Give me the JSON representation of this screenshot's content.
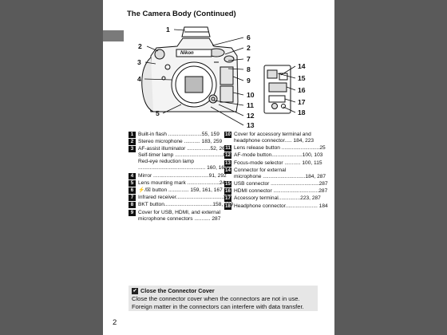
{
  "title": "The Camera Body (Continued)",
  "page_number": "2",
  "callouts": {
    "c1": "1",
    "c2a": "2",
    "c3": "3",
    "c4": "4",
    "c5": "5",
    "c6": "6",
    "c2b": "2",
    "c7": "7",
    "c8": "8",
    "c9": "9",
    "c10": "10",
    "c11": "11",
    "c12": "12",
    "c13": "13",
    "c14": "14",
    "c15": "15",
    "c16": "16",
    "c17": "17",
    "c18": "18"
  },
  "brand_mark": "Nikon",
  "legend_left": [
    {
      "num": "1",
      "lines": [
        "Built-in flash .......................55, 159"
      ]
    },
    {
      "num": "2",
      "lines": [
        "Stereo microphone ........... 183, 259"
      ]
    },
    {
      "num": "3",
      "lines": [
        "AF-assist illuminator ................52, 261",
        "Self-timer lamp .................................89",
        "Red-eye reduction lamp",
        ".............................................. 160, 162"
      ]
    },
    {
      "num": "4",
      "lines": [
        "Mirror ......................................91, 292"
      ]
    },
    {
      "num": "5",
      "lines": [
        "Lens mounting mark ......................24"
      ]
    },
    {
      "num": "6",
      "lines": [
        "⚡/☒ button .............. 159, 161, 167"
      ]
    },
    {
      "num": "7",
      "lines": [
        "Infrared receiver................................176"
      ]
    },
    {
      "num": "8",
      "lines": [
        "BKT button.................................158, 209"
      ]
    },
    {
      "num": "9",
      "lines": [
        "Cover for USB, HDMI, and external",
        "microphone connectors ........... 287"
      ]
    }
  ],
  "legend_right": [
    {
      "num": "10",
      "lines": [
        "Cover for accessory terminal and",
        "headphone connector..... 184, 223"
      ]
    },
    {
      "num": "11",
      "lines": [
        "Lens release button ..........................25"
      ]
    },
    {
      "num": "12",
      "lines": [
        "AF-mode button.....................100, 103"
      ]
    },
    {
      "num": "13",
      "lines": [
        "Focus-mode selector ........... 100, 115"
      ]
    },
    {
      "num": "14",
      "lines": [
        "Connector for external",
        "microphone .............................184, 287"
      ]
    },
    {
      "num": "15",
      "lines": [
        "USB connector .................................287"
      ]
    },
    {
      "num": "16",
      "lines": [
        "HDMI connector ...............................287"
      ]
    },
    {
      "num": "17",
      "lines": [
        "Accessory terminal...............223, 287"
      ]
    },
    {
      "num": "18",
      "lines": [
        "Headphone connector...................... 184"
      ]
    }
  ],
  "note": {
    "title": "Close the Connector Cover",
    "body": "Close the connector cover when the connectors are not in use. Foreign matter in the connectors can interfere with data transfer."
  }
}
